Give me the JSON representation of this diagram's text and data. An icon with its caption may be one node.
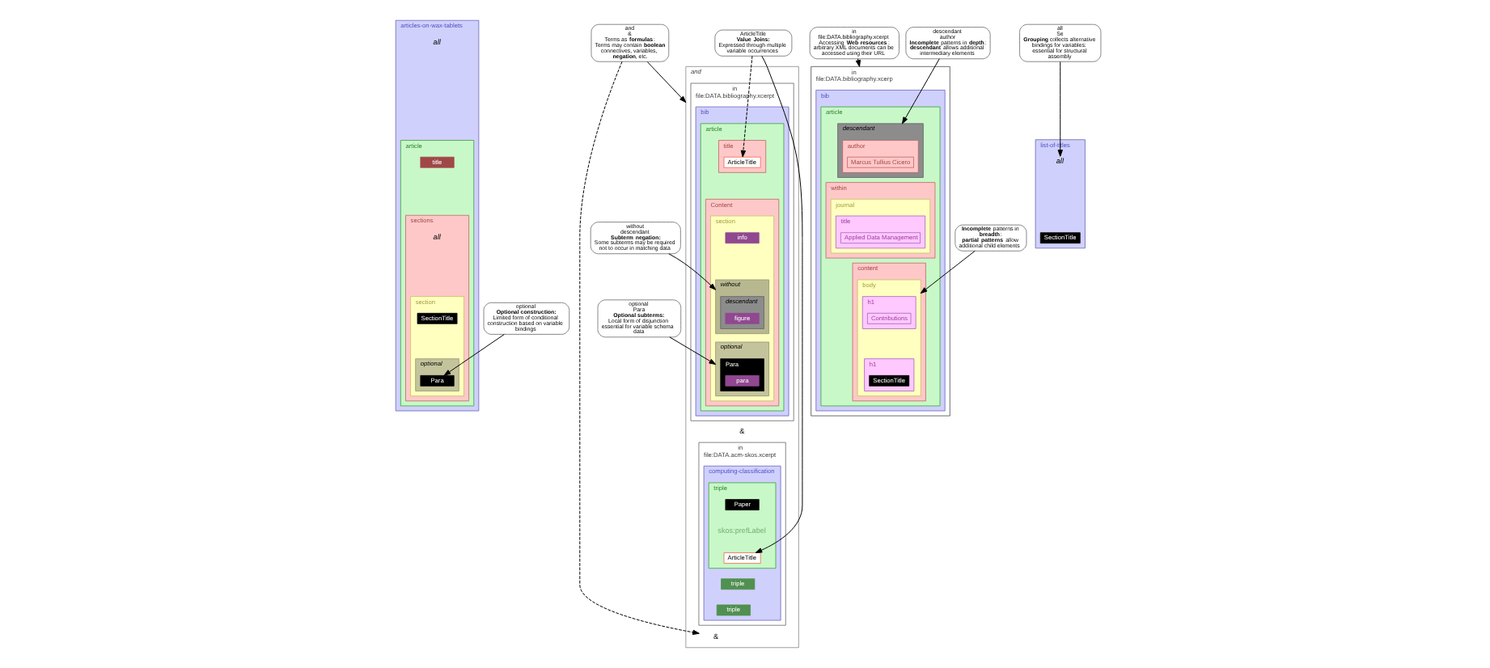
{
  "diagram": {
    "nodes": [
      {
        "text": [
          "articles-on-wax-tablets"
        ]
      },
      {
        "text": [
          "all"
        ],
        "in": 0
      },
      {
        "text": [
          "article"
        ],
        "in": 0
      },
      {
        "text": [
          "title"
        ],
        "in": 2
      },
      {
        "text": [
          "sections"
        ],
        "in": 2
      },
      {
        "text": [
          "all"
        ],
        "in": 4
      },
      {
        "text": [
          "section"
        ],
        "in": 4
      },
      {
        "text": [
          "SectionTitle"
        ],
        "in": 6
      },
      {
        "text": [
          "optional"
        ],
        "in": 6
      },
      {
        "text": [
          "Para"
        ],
        "in": 8
      },
      {
        "text": [
          "and"
        ]
      },
      {
        "text": [
          "in",
          "file:DATA.bibliography.xcerpt"
        ],
        "in": 10
      },
      {
        "text": [
          "bib"
        ],
        "in": 11
      },
      {
        "text": [
          "article"
        ],
        "in": 12
      },
      {
        "text": [
          "title"
        ],
        "in": 13
      },
      {
        "text": [
          "ArticleTitle"
        ],
        "in": 14
      },
      {
        "text": [
          "Content"
        ],
        "in": 13
      },
      {
        "text": [
          "section"
        ],
        "in": 16
      },
      {
        "text": [
          "info"
        ],
        "in": 17
      },
      {
        "text": [
          "without"
        ],
        "in": 17
      },
      {
        "text": [
          "descendant"
        ],
        "in": 19
      },
      {
        "text": [
          "figure"
        ],
        "in": 20
      },
      {
        "text": [
          "optional"
        ],
        "in": 17
      },
      {
        "text": [
          "Para"
        ],
        "in": 22
      },
      {
        "text": [
          "para"
        ],
        "in": 23
      },
      {
        "text": [
          "&"
        ],
        "in": 10
      },
      {
        "text": [
          "in",
          "file:DATA.acm-skos.xcerpt"
        ],
        "in": 10
      },
      {
        "text": [
          "computing-classification"
        ],
        "in": 26
      },
      {
        "text": [
          "triple"
        ],
        "in": 27
      },
      {
        "text": [
          "Paper"
        ],
        "in": 28
      },
      {
        "text": [
          "skos:prefLabel"
        ],
        "in": 28
      },
      {
        "text": [
          "ArticleTitle"
        ],
        "in": 28
      },
      {
        "text": [
          "triple"
        ],
        "in": 27
      },
      {
        "text": [
          "triple"
        ],
        "in": 27
      },
      {
        "text": [
          "&"
        ],
        "in": 10
      },
      {
        "text": [
          "and",
          "&",
          "Terms as **formulas**:",
          "Terms may contain **boolean** connectives, variables, **negation**, etc."
        ]
      },
      {
        "text": [
          "without",
          "descendant",
          "**Subterm negation:**",
          "Some subterms may be required not to occur in matching data"
        ]
      },
      {
        "text": [
          "optional",
          "Para",
          "**Optional subterms:**",
          "Local form of disjunction essential for variable schema  data"
        ]
      },
      {
        "text": [
          "ArticleTitle",
          "**Value Joins:**",
          "Expressed through multiple variable occurrences"
        ]
      },
      {
        "text": [
          "optional",
          "**Optional construction:**",
          "Limited form of conditional construction based on variable bindings"
        ]
      },
      {
        "text": [
          "in",
          "file:DATA.bibliography.xcerpt",
          "Accessing **Web resources**: arbitrary XML documents can be accessed using their URL"
        ]
      },
      {
        "text": [
          "descendant",
          "author",
          "**Incomplete** patterns in **depth**:",
          "**descendant** allows additional intermediary elements"
        ]
      },
      {
        "text": [
          "all",
          "Se",
          "**Grouping** collects alternative bindings for variables: essential for structural assembly"
        ]
      },
      {
        "text": [
          "**Incomplete** patterns in **breadth**:",
          "**partial patterns** allow additional child elements"
        ]
      },
      {
        "text": [
          "list-of-titles"
        ]
      },
      {
        "text": [
          "all"
        ],
        "in": 44
      },
      {
        "text": [
          "SectionTitle"
        ],
        "in": 44
      },
      {
        "text": [
          "in",
          "file:DATA.bibliography.xcerp"
        ]
      },
      {
        "text": [
          "bib"
        ],
        "in": 47
      },
      {
        "text": [
          "article"
        ],
        "in": 48
      },
      {
        "text": [
          "descendant"
        ],
        "in": 49
      },
      {
        "text": [
          "author"
        ],
        "in": 50
      },
      {
        "text": [
          "Marcus Tullius Cicero"
        ],
        "in": 51
      },
      {
        "text": [
          "within"
        ],
        "in": 49
      },
      {
        "text": [
          "journal"
        ],
        "in": 53
      },
      {
        "text": [
          "title"
        ],
        "in": 54
      },
      {
        "text": [
          "Applied Data Management"
        ],
        "in": 55
      },
      {
        "text": [
          "content"
        ],
        "in": 49
      },
      {
        "text": [
          "body"
        ],
        "in": 57
      },
      {
        "text": [
          "h1"
        ],
        "in": 58
      },
      {
        "text": [
          "Contributions"
        ],
        "in": 59
      },
      {
        "text": [
          "h1"
        ],
        "in": 58
      },
      {
        "text": [
          "SectionTitle"
        ],
        "in": 61
      }
    ],
    "edges": [
      {
        "from": 35,
        "to": 10,
        "arrow": "to"
      },
      {
        "from": 35,
        "to": 34,
        "arrow": "to",
        "style": "dashed"
      },
      {
        "from": 36,
        "to": 19,
        "arrow": "to"
      },
      {
        "from": 37,
        "to": 22,
        "arrow": "to"
      },
      {
        "from": 38,
        "to": 31,
        "arrow": "to"
      },
      {
        "from": 38,
        "to": 15,
        "arrow": "to",
        "style": "dashed"
      },
      {
        "from": 39,
        "to": 9,
        "arrow": "to"
      },
      {
        "from": 40,
        "to": 47,
        "arrow": "to"
      },
      {
        "from": 41,
        "to": 50,
        "arrow": "to"
      },
      {
        "from": 42,
        "to": 45,
        "arrow": "to"
      },
      {
        "from": 43,
        "to": 58,
        "arrow": "to"
      }
    ]
  }
}
